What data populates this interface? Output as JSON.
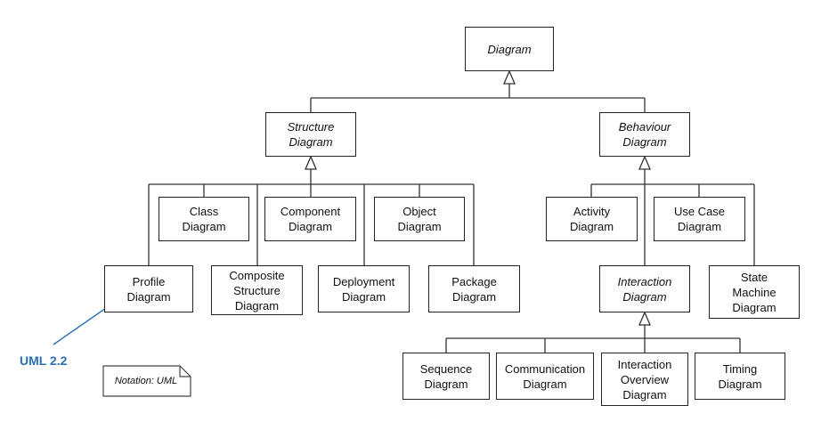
{
  "diagram": {
    "nodes": {
      "diagram": "Diagram",
      "structure": "Structure\nDiagram",
      "behaviour": "Behaviour\nDiagram",
      "class": "Class\nDiagram",
      "component": "Component\nDiagram",
      "object": "Object\nDiagram",
      "profile": "Profile\nDiagram",
      "composite": "Composite\nStructure\nDiagram",
      "deployment": "Deployment\nDiagram",
      "package": "Package\nDiagram",
      "activity": "Activity\nDiagram",
      "usecase": "Use Case\nDiagram",
      "interaction": "Interaction\nDiagram",
      "statemachine": "State\nMachine\nDiagram",
      "sequence": "Sequence\nDiagram",
      "communication": "Communication\nDiagram",
      "interactionoverview": "Interaction\nOverview\nDiagram",
      "timing": "Timing\nDiagram"
    },
    "abstract_nodes": [
      "diagram",
      "structure",
      "behaviour",
      "interaction"
    ],
    "edges": [
      {
        "from": "structure",
        "to": "diagram"
      },
      {
        "from": "behaviour",
        "to": "diagram"
      },
      {
        "from": "class",
        "to": "structure"
      },
      {
        "from": "component",
        "to": "structure"
      },
      {
        "from": "object",
        "to": "structure"
      },
      {
        "from": "profile",
        "to": "structure"
      },
      {
        "from": "composite",
        "to": "structure"
      },
      {
        "from": "deployment",
        "to": "structure"
      },
      {
        "from": "package",
        "to": "structure"
      },
      {
        "from": "activity",
        "to": "behaviour"
      },
      {
        "from": "usecase",
        "to": "behaviour"
      },
      {
        "from": "interaction",
        "to": "behaviour"
      },
      {
        "from": "statemachine",
        "to": "behaviour"
      },
      {
        "from": "sequence",
        "to": "interaction"
      },
      {
        "from": "communication",
        "to": "interaction"
      },
      {
        "from": "interactionoverview",
        "to": "interaction"
      },
      {
        "from": "timing",
        "to": "interaction"
      }
    ],
    "annotation": {
      "text": "UML 2.2",
      "color": "#2a6fb5",
      "points_to": "profile"
    },
    "note": {
      "text": "Notation: UML"
    }
  }
}
